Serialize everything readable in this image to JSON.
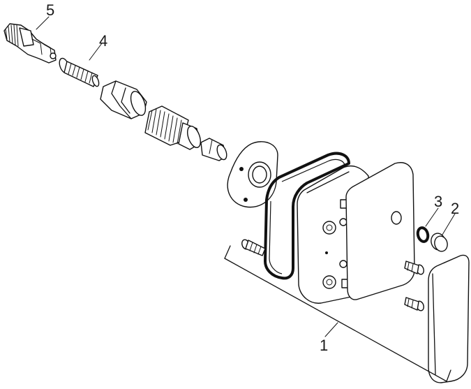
{
  "labels": {
    "item_1": "1",
    "item_2": "2",
    "item_3": "3",
    "item_4": "4",
    "item_5": "5"
  },
  "colors": {
    "line": "#111111",
    "background": "#ffffff"
  }
}
